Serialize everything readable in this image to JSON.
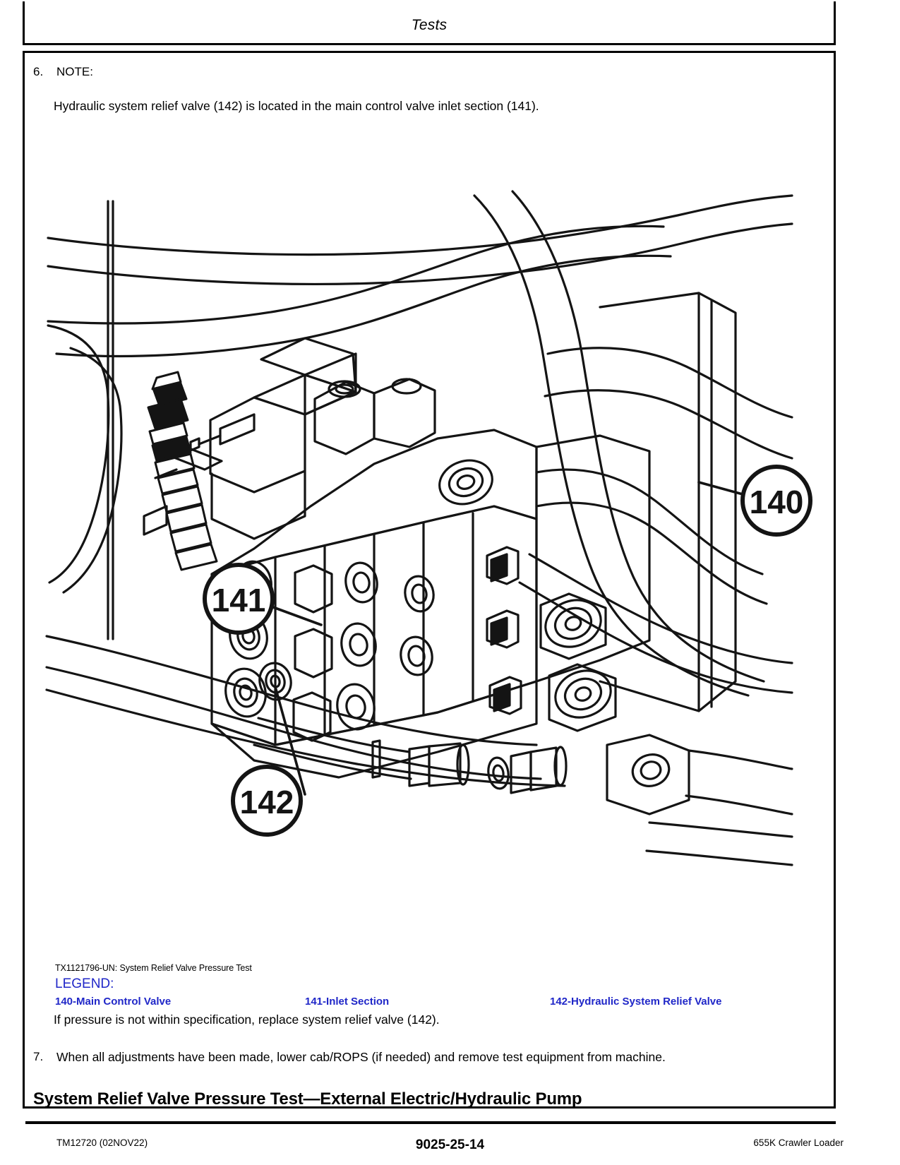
{
  "header": {
    "title": "Tests"
  },
  "steps": [
    {
      "number": "6.",
      "label": "NOTE:",
      "body": "Hydraulic system relief valve (142) is located in the main control valve inlet section (141)."
    },
    {
      "number": "7.",
      "body": "When all adjustments have been made, lower cab/ROPS (if needed) and remove test equipment from machine."
    }
  ],
  "figure": {
    "caption": "TX1121796-UN: System Relief Valve Pressure Test",
    "legend_title": "LEGEND:",
    "legend": [
      "140-Main Control Valve",
      "141-Inlet Section",
      "142-Hydraulic System Relief Valve"
    ],
    "callouts": [
      {
        "id": "140",
        "label": "140"
      },
      {
        "id": "141",
        "label": "141"
      },
      {
        "id": "142",
        "label": "142"
      }
    ],
    "note": "If pressure is not within specification, replace system relief valve (142).",
    "legend_color": "#2027c8"
  },
  "section": {
    "heading": "System Relief Valve Pressure Test—External Electric/Hydraulic Pump"
  },
  "footer": {
    "left": "TM12720 (02NOV22)",
    "center": "9025-25-14",
    "right": "655K Crawler Loader"
  }
}
